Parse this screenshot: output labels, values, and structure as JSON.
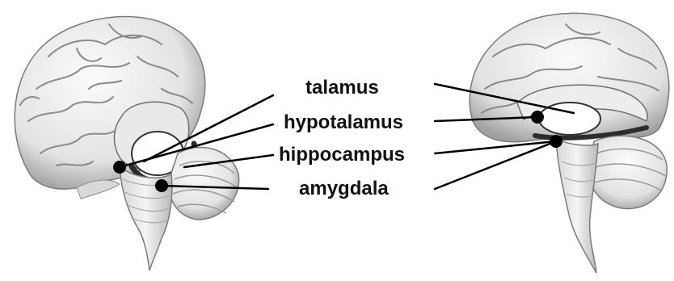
{
  "labels": {
    "talamus": "talamus",
    "hypotalamus": "hypotalamus",
    "hippocampus": "hippocampus",
    "amygdala": "amygdala"
  },
  "colors": {
    "background": "#ffffff",
    "brain_light": "#f2f2f2",
    "brain_mid": "#cfcfcf",
    "brain_dark": "#6b6b6b",
    "ventricle": "#ffffff",
    "pointer": "#000000"
  }
}
